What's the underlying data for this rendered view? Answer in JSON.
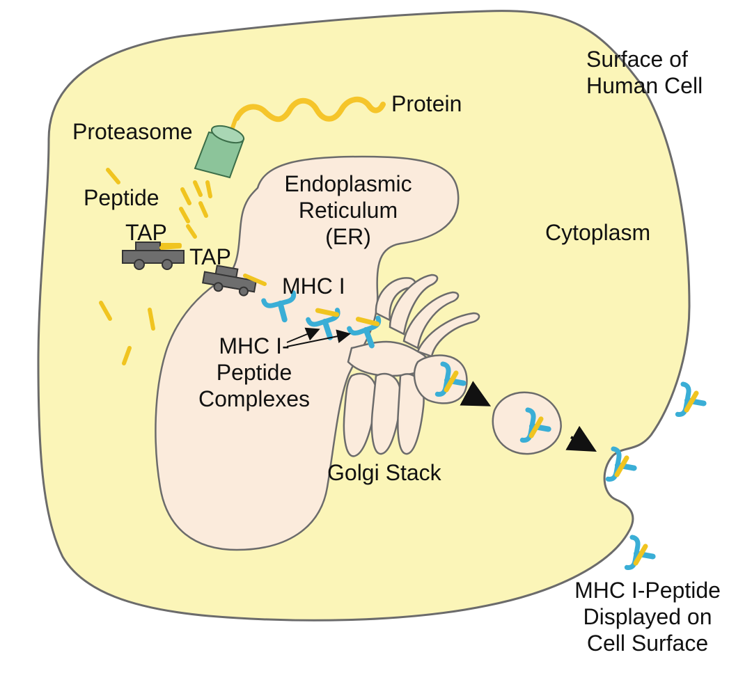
{
  "labels": {
    "surface_of_human_cell": [
      "Surface of",
      "Human Cell"
    ],
    "protein": "Protein",
    "proteasome": "Proteasome",
    "peptide": "Peptide",
    "tap_1": "TAP",
    "tap_2": "TAP",
    "endoplasmic_reticulum": [
      "Endoplasmic",
      "Reticulum",
      "(ER)"
    ],
    "cytoplasm": "Cytoplasm",
    "mhc_i": "MHC I",
    "mhc_peptide_complexes": [
      "MHC I-",
      "Peptide",
      "Complexes"
    ],
    "golgi_stack": "Golgi Stack",
    "mhc_displayed": [
      "MHC I-Peptide",
      "Displayed on",
      "Cell Surface"
    ]
  },
  "colors": {
    "cytoplasm_fill": "#fbf5b8",
    "membrane_stroke": "#6b6b6b",
    "er_fill": "#fbebdc",
    "protein": "#f5c52a",
    "peptide": "#f0c420",
    "proteasome": "#8cc49a",
    "tap": "#6e6e6e",
    "mhc": "#3aaed6",
    "arrow": "#111111"
  },
  "icons": [
    "proteasome-icon",
    "tap-transporter-icon",
    "mhc-molecule-icon",
    "peptide-fragment-icon"
  ]
}
